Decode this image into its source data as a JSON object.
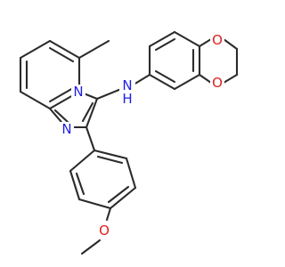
{
  "molecule": {
    "atoms": {
      "n_bridge": {
        "element": "N",
        "label": "N"
      },
      "n_imine": {
        "element": "N",
        "label": "N"
      },
      "n_amine": {
        "element": "N",
        "label": "N",
        "hydrogen": "H"
      },
      "o_methoxy": {
        "element": "O",
        "label": "O"
      },
      "o_dioxane_top": {
        "element": "O",
        "label": "O"
      },
      "o_dioxane_bottom": {
        "element": "O",
        "label": "O"
      }
    },
    "colors": {
      "bond": "#2b2b2b",
      "nitrogen": "#1f1fe0",
      "oxygen": "#e01f1f",
      "background": "#ffffff"
    }
  }
}
